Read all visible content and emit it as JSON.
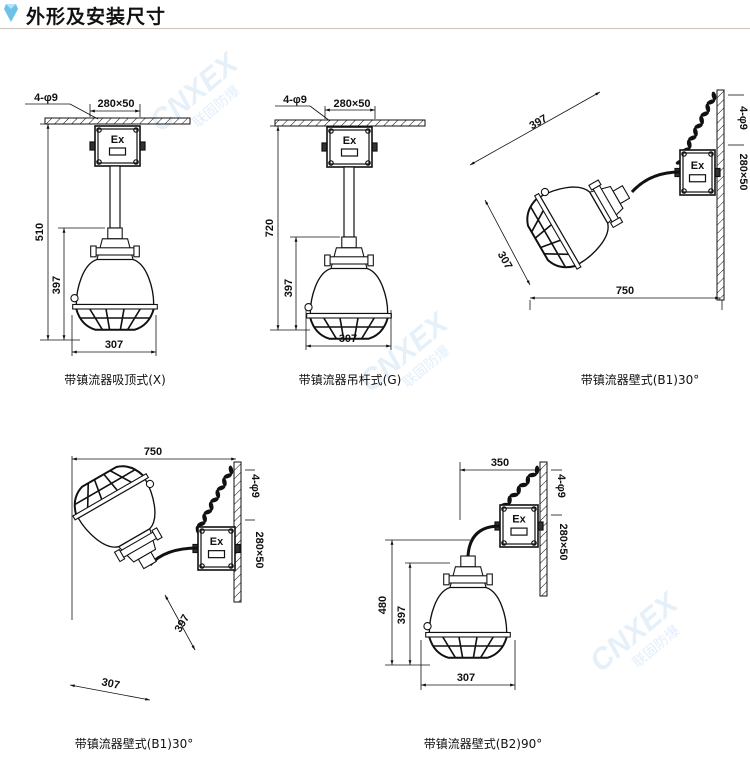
{
  "header": {
    "title": "外形及安装尺寸",
    "icon": "diamond-icon"
  },
  "watermark": {
    "brand": "CNXEX",
    "sub": "联固防爆"
  },
  "colors": {
    "line": "#111111",
    "watermark_blue": "#4a90d9",
    "watermark_red": "#e23b3b"
  },
  "box_label": "Ex",
  "drawings": [
    {
      "caption": "带镇流器吸顶式(X)",
      "hole": "4-φ9",
      "plate": "280×50",
      "height": "510",
      "lamp_height": "397",
      "width": "307"
    },
    {
      "caption": "带镇流器吊杆式(G)",
      "hole": "4-φ9",
      "plate": "280×50",
      "height": "720",
      "lamp_height": "397",
      "width": "307"
    },
    {
      "caption": "带镇流器壁式(B1)30°",
      "hole": "4-φ9",
      "plate": "280×50",
      "length": "750",
      "lamp_height": "397",
      "width": "307"
    },
    {
      "caption": "带镇流器壁式(B1)30°",
      "hole": "4-φ9",
      "plate": "280×50",
      "length": "750",
      "lamp_height": "397",
      "width": "307"
    },
    {
      "caption": "带镇流器壁式(B2)90°",
      "hole": "4-φ9",
      "plate": "280×50",
      "length": "350",
      "height": "480",
      "lamp_height": "397",
      "width": "307"
    }
  ]
}
